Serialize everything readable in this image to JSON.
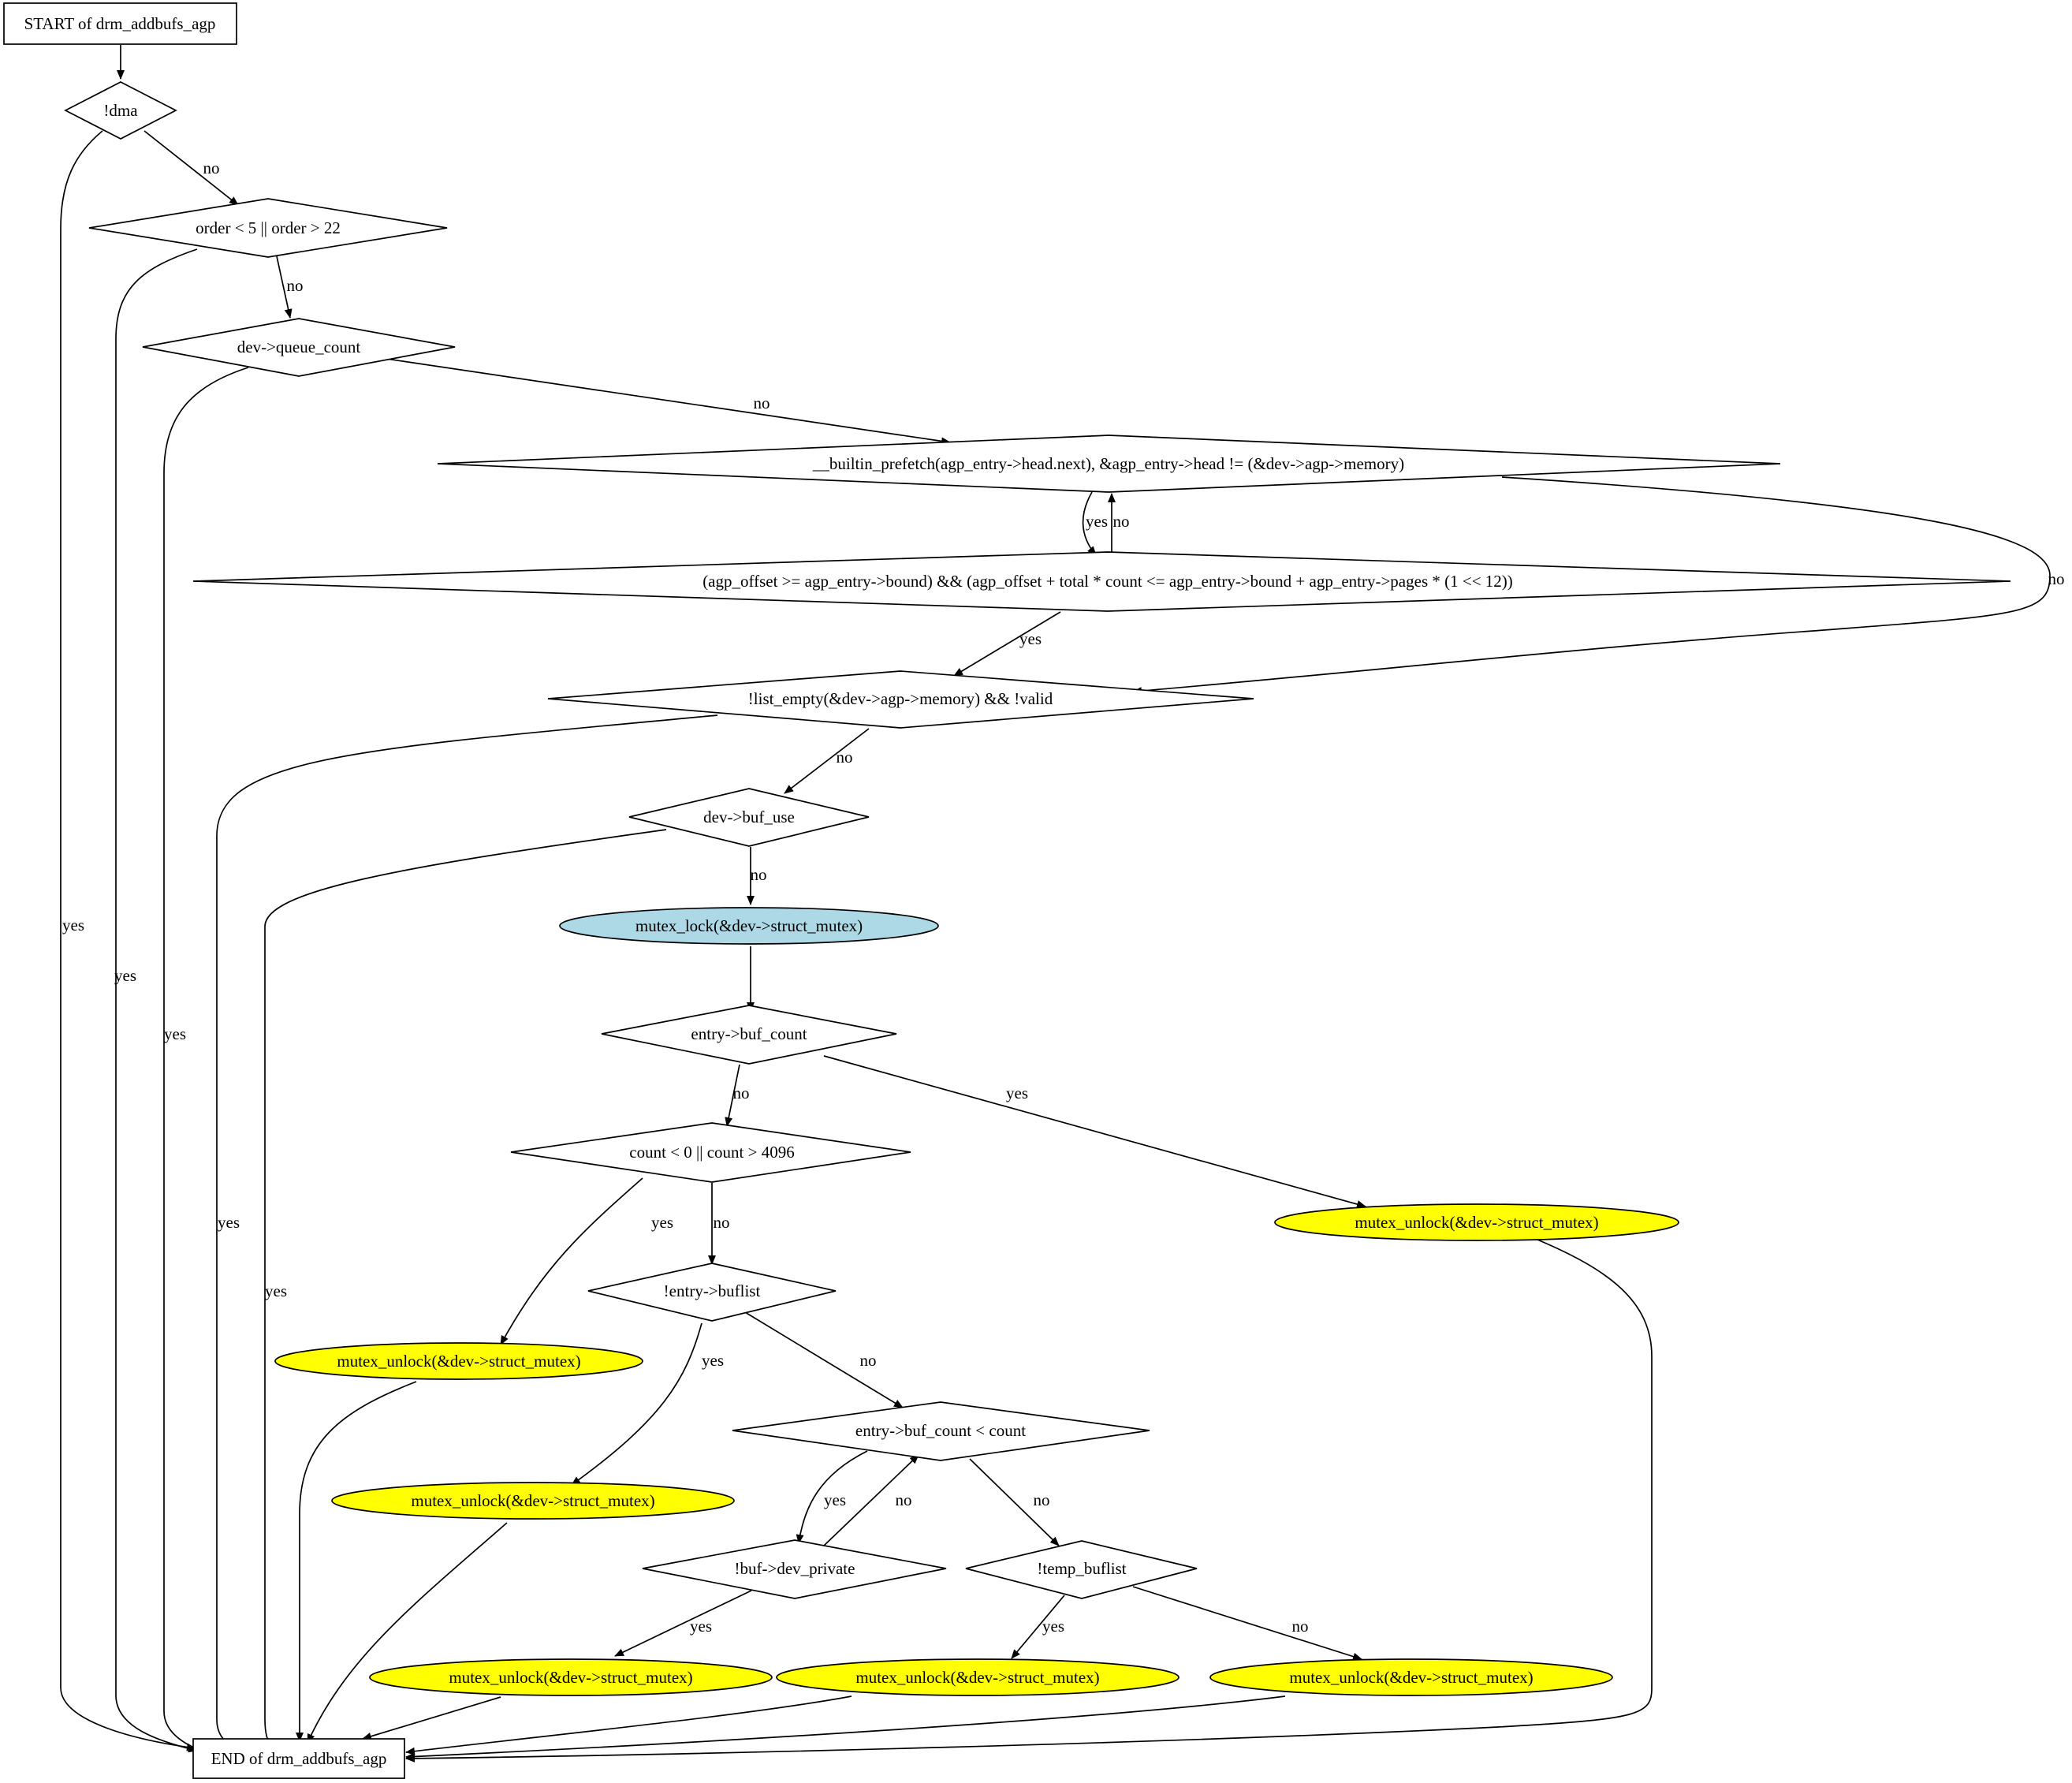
{
  "colors": {
    "process_fill": "#add8e6",
    "exit_fill": "#ffff00",
    "default_fill": "#ffffff",
    "stroke": "#000000"
  },
  "nodes": {
    "start": "START of drm_addbufs_agp",
    "end": "END of drm_addbufs_agp",
    "n_dma": "!dma",
    "n_order": "order < 5 || order > 22",
    "n_queue": "dev->queue_count",
    "n_prefetch": "__builtin_prefetch(agp_entry->head.next), &agp_entry->head != (&dev->agp->memory)",
    "n_offset": "(agp_offset >= agp_entry->bound) && (agp_offset + total * count <= agp_entry->bound + agp_entry->pages * (1 << 12))",
    "n_listempty": "!list_empty(&dev->agp->memory) && !valid",
    "n_bufuse": "dev->buf_use",
    "n_lock": "mutex_lock(&dev->struct_mutex)",
    "n_bufcount": "entry->buf_count",
    "n_count": "count < 0 || count > 4096",
    "n_unlock_a": "mutex_unlock(&dev->struct_mutex)",
    "n_buflist": "!entry->buflist",
    "n_unlock_b": "mutex_unlock(&dev->struct_mutex)",
    "n_unlock_c": "mutex_unlock(&dev->struct_mutex)",
    "n_bufcountlt": "entry->buf_count < count",
    "n_devpriv": "!buf->dev_private",
    "n_tempbuf": "!temp_buflist",
    "n_unlock_d": "mutex_unlock(&dev->struct_mutex)",
    "n_unlock_e": "mutex_unlock(&dev->struct_mutex)",
    "n_unlock_f": "mutex_unlock(&dev->struct_mutex)"
  },
  "edges": {
    "dma_no": "no",
    "dma_yes": "yes",
    "order_no": "no",
    "order_yes": "yes",
    "queue_no": "no",
    "queue_yes": "yes",
    "prefetch_yes": "yes",
    "prefetch_no": "no",
    "offset_no": "no",
    "offset_yes": "yes",
    "listempty_no": "no",
    "listempty_yes": "yes",
    "bufuse_no": "no",
    "bufuse_yes": "yes",
    "bufcount_no": "no",
    "bufcount_yes": "yes",
    "count_yes": "yes",
    "count_no": "no",
    "buflist_yes": "yes",
    "buflist_no": "no",
    "bufcountlt_yes": "yes",
    "bufcountlt_no": "no",
    "devpriv_no": "no",
    "devpriv_yes": "yes",
    "tempbuf_yes": "yes",
    "tempbuf_no": "no"
  }
}
